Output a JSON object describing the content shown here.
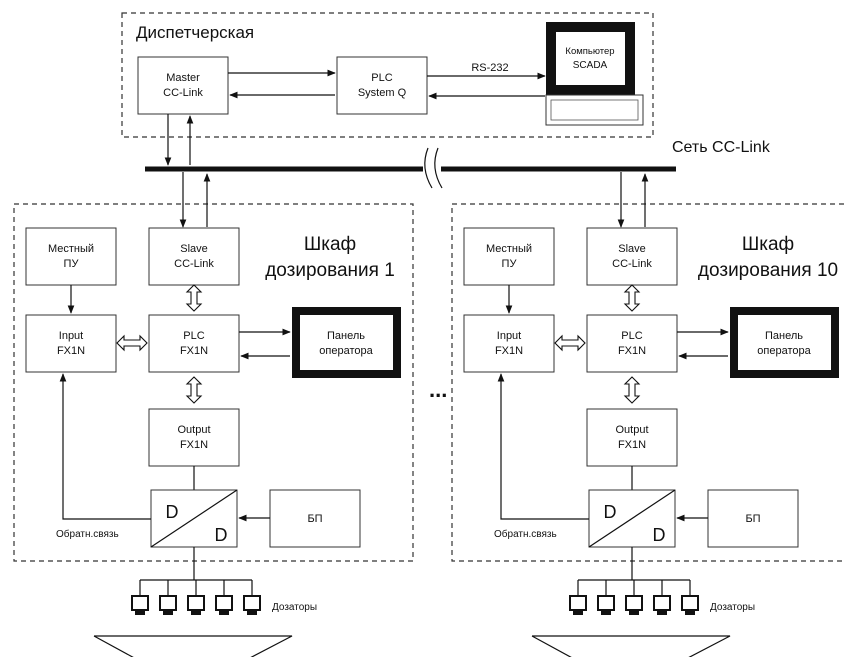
{
  "dispatch": {
    "title": "Диспетчерская",
    "master_l1": "Master",
    "master_l2": "CC-Link",
    "plcq_l1": "PLC",
    "plcq_l2": "System Q",
    "rs232": "RS-232",
    "pc_l1": "Компьютер",
    "pc_l2": "SCADA"
  },
  "network_label": "Сеть CC-Link",
  "ellipsis": "...",
  "cabinets": [
    {
      "title_l1": "Шкаф",
      "title_l2": "дозирования 1",
      "local_l1": "Местный",
      "local_l2": "ПУ",
      "slave_l1": "Slave",
      "slave_l2": "CC-Link",
      "input_l1": "Input",
      "input_l2": "FX1N",
      "plc_l1": "PLC",
      "plc_l2": "FX1N",
      "panel_l1": "Панель",
      "panel_l2": "оператора",
      "output_l1": "Output",
      "output_l2": "FX1N",
      "dd_top": "D",
      "dd_bottom": "D",
      "psu": "БП",
      "feedback": "Обратн.связь",
      "dosers": "Дозаторы"
    },
    {
      "title_l1": "Шкаф",
      "title_l2": "дозирования 10",
      "local_l1": "Местный",
      "local_l2": "ПУ",
      "slave_l1": "Slave",
      "slave_l2": "CC-Link",
      "input_l1": "Input",
      "input_l2": "FX1N",
      "plc_l1": "PLC",
      "plc_l2": "FX1N",
      "panel_l1": "Панель",
      "panel_l2": "оператора",
      "output_l1": "Output",
      "output_l2": "FX1N",
      "dd_top": "D",
      "dd_bottom": "D",
      "psu": "БП",
      "feedback": "Обратн.связь",
      "dosers": "Дозаторы"
    }
  ]
}
